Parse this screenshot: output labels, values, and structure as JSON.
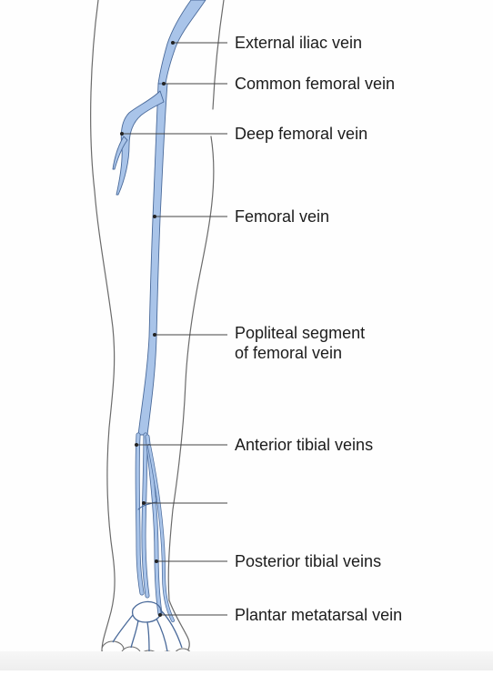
{
  "labels": {
    "external_iliac": "External iliac vein",
    "common_femoral": "Common femoral vein",
    "deep_femoral": "Deep femoral vein",
    "femoral": "Femoral vein",
    "popliteal_line1": "Popliteal segment",
    "popliteal_line2": "of femoral vein",
    "anterior_tibial": "Anterior tibial veins",
    "posterior_tibial": "Posterior tibial veins",
    "plantar_metatarsal": "Plantar metatarsal vein"
  },
  "colors": {
    "vein_fill": "#a9c4e9",
    "vein_outline": "#4a6a9a",
    "outline": "#6b6b6b",
    "leader": "#444444",
    "text": "#1c1c1c"
  }
}
